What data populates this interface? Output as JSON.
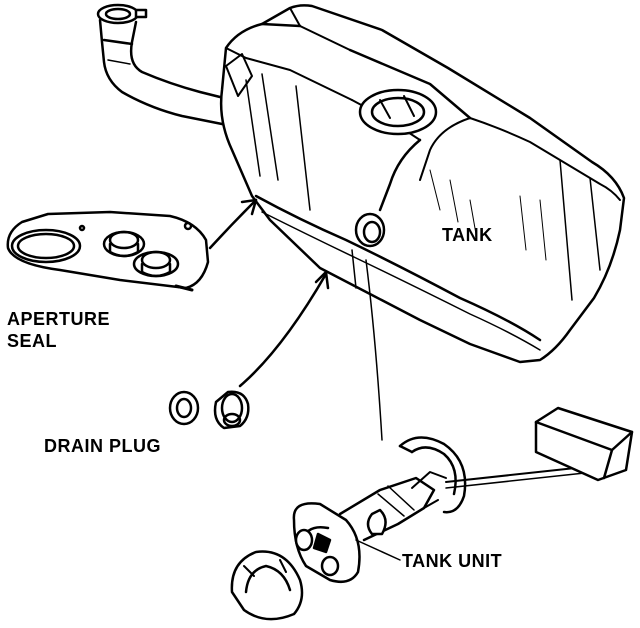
{
  "labels": {
    "tank": "TANK",
    "aperture_seal_line1": "APERTURE",
    "aperture_seal_line2": "SEAL",
    "drain_plug": "DRAIN PLUG",
    "tank_unit": "TANK UNIT"
  },
  "colors": {
    "ink": "#000000",
    "paper": "#ffffff"
  }
}
